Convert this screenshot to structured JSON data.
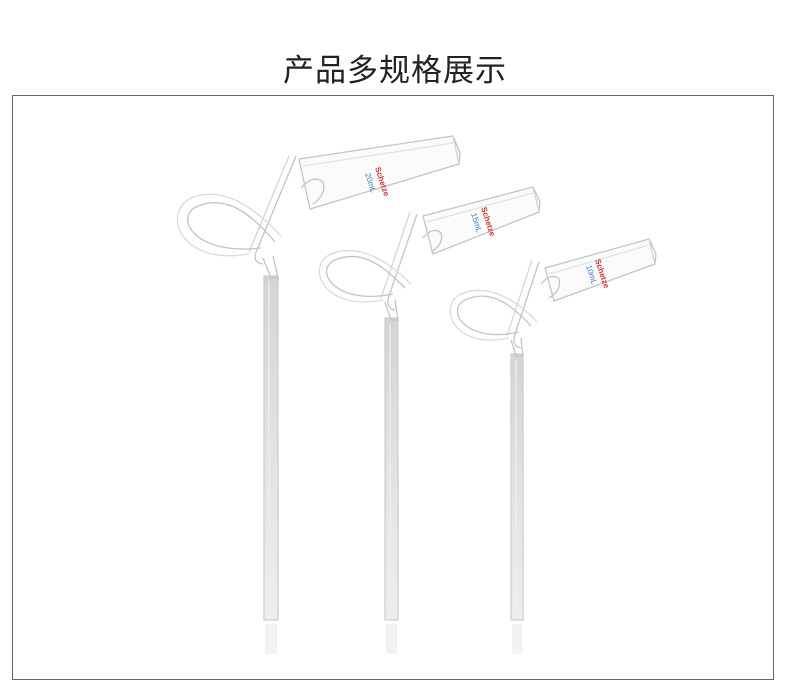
{
  "header": {
    "title": "产品多规格展示"
  },
  "colors": {
    "glass_outline": "#c4c4c4",
    "glass_highlight": "#e6e6e6",
    "brand_red": "#d9342b",
    "volume_blue": "#3a7fd6",
    "frame_border": "#666666"
  },
  "products": [
    {
      "brand": "Schetze",
      "volume": "20mL"
    },
    {
      "brand": "Schetze",
      "volume": "15mL"
    },
    {
      "brand": "Schetze",
      "volume": "10mL"
    }
  ]
}
